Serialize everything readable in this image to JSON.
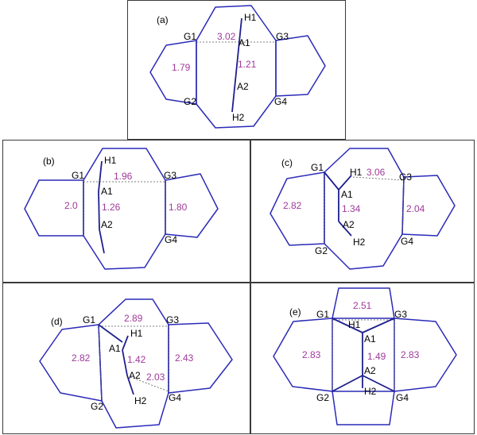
{
  "panels": {
    "a": {
      "tag": "(a)",
      "atoms": {
        "H1": "H1",
        "A1": "A1",
        "A2": "A2",
        "H2": "H2",
        "G1": "G1",
        "G2": "G2",
        "G3": "G3",
        "G4": "G4"
      },
      "distances": {
        "g1_g3": "3.02",
        "left_ring": "1.79",
        "a1_a2": "1.21"
      }
    },
    "b": {
      "tag": "(b)",
      "atoms": {
        "H1": "H1",
        "A1": "A1",
        "A2": "A2",
        "G1": "G1",
        "G3": "G3",
        "G4": "G4"
      },
      "distances": {
        "g1_g3": "1.96",
        "left_ring": "2.0",
        "a1_a2": "1.26",
        "right_ring": "1.80"
      }
    },
    "c": {
      "tag": "(c)",
      "atoms": {
        "H1": "H1",
        "A1": "A1",
        "A2": "A2",
        "H2": "H2",
        "G1": "G1",
        "G2": "G2",
        "G3": "G3",
        "G4": "G4"
      },
      "distances": {
        "h1_g3": "3.06",
        "left_ring": "2.82",
        "a1_a2": "1.34",
        "right_ring": "2.04"
      }
    },
    "d": {
      "tag": "(d)",
      "atoms": {
        "H1": "H1",
        "A1": "A1",
        "A2": "A2",
        "H2": "H2",
        "G1": "G1",
        "G2": "G2",
        "G3": "G3",
        "G4": "G4"
      },
      "distances": {
        "g1_g3": "2.89",
        "left_ring": "2.82",
        "a1_a2": "1.42",
        "right_ring": "2.43",
        "a2_g4": "2.03"
      }
    },
    "e": {
      "tag": "(e)",
      "atoms": {
        "H1": "H1",
        "A1": "A1",
        "A2": "A2",
        "H2": "H2",
        "G1": "G1",
        "G2": "G2",
        "G3": "G3",
        "G4": "G4"
      },
      "distances": {
        "g1_g3": "2.51",
        "left_ring": "2.83",
        "a1_a2": "1.49",
        "right_ring": "2.83"
      }
    }
  }
}
